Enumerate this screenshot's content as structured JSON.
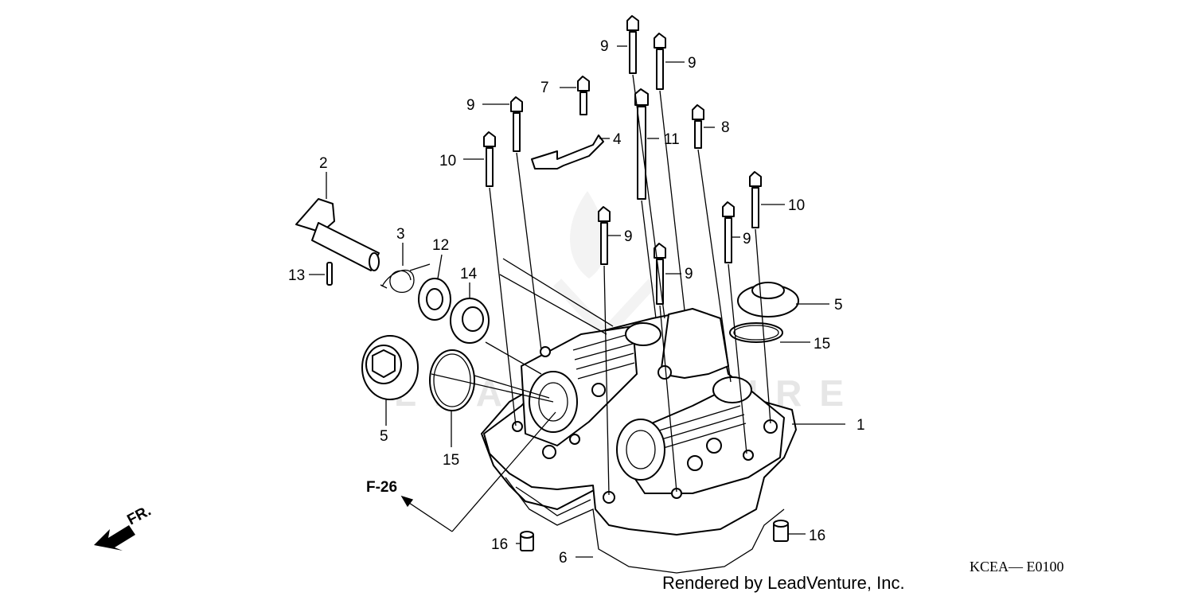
{
  "callouts": [
    {
      "id": "1",
      "label": "1"
    },
    {
      "id": "2",
      "label": "2"
    },
    {
      "id": "3",
      "label": "3"
    },
    {
      "id": "4",
      "label": "4"
    },
    {
      "id": "5a",
      "label": "5"
    },
    {
      "id": "5b",
      "label": "5"
    },
    {
      "id": "6",
      "label": "6"
    },
    {
      "id": "7",
      "label": "7"
    },
    {
      "id": "8",
      "label": "8"
    },
    {
      "id": "9a",
      "label": "9"
    },
    {
      "id": "9b",
      "label": "9"
    },
    {
      "id": "9c",
      "label": "9"
    },
    {
      "id": "9d",
      "label": "9"
    },
    {
      "id": "9e",
      "label": "9"
    },
    {
      "id": "9f",
      "label": "9"
    },
    {
      "id": "10a",
      "label": "10"
    },
    {
      "id": "10b",
      "label": "10"
    },
    {
      "id": "11",
      "label": "11"
    },
    {
      "id": "12",
      "label": "12"
    },
    {
      "id": "13",
      "label": "13"
    },
    {
      "id": "14",
      "label": "14"
    },
    {
      "id": "15a",
      "label": "15"
    },
    {
      "id": "15b",
      "label": "15"
    },
    {
      "id": "16a",
      "label": "16"
    },
    {
      "id": "16b",
      "label": "16"
    }
  ],
  "ref": "F-26",
  "front_label": "FR.",
  "diagram_code": "KCEA— E0100",
  "credit": "Rendered by LeadVenture, Inc.",
  "watermark": "LEADVENTURE"
}
